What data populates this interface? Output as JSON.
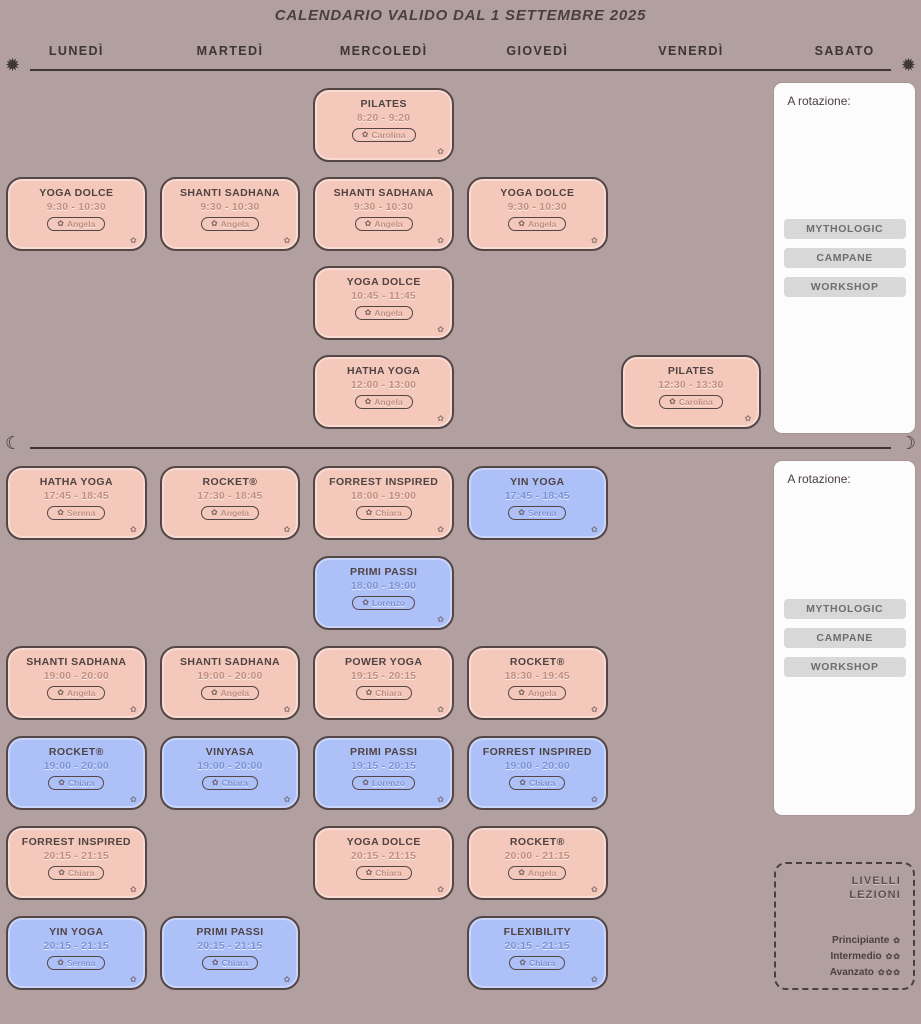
{
  "page_title": "CALENDARIO VALIDO DAL 1 SETTEMBRE 2025",
  "days": [
    "LUNEDÌ",
    "MARTEDÌ",
    "MERCOLEDÌ",
    "GIOVEDÌ",
    "VENERDÌ",
    "SABATO"
  ],
  "colors": {
    "background": "#b2a0a0",
    "card_pink": "#f4c8bb",
    "card_blue": "#adc0f8",
    "card_border": "#554646",
    "panel_white": "#fcfcfc",
    "pill_grey": "#d8d8d8",
    "text_dark": "#4b4040"
  },
  "icons": {
    "sun": "✹",
    "moon_left": "☾",
    "moon_right": "☽",
    "lotus": "✿"
  },
  "sections": [
    {
      "id": "morning",
      "cards": [
        {
          "col": 3,
          "row": 1,
          "title": "PILATES",
          "time": "8:20 - 9:20",
          "teacher": "Carolina",
          "color": "pink"
        },
        {
          "col": 1,
          "row": 2,
          "title": "YOGA DOLCE",
          "time": "9:30 - 10:30",
          "teacher": "Angela",
          "color": "pink"
        },
        {
          "col": 2,
          "row": 2,
          "title": "SHANTI SADHANA",
          "time": "9:30 - 10:30",
          "teacher": "Angela",
          "color": "pink"
        },
        {
          "col": 3,
          "row": 2,
          "title": "SHANTI SADHANA",
          "time": "9:30 - 10:30",
          "teacher": "Angela",
          "color": "pink"
        },
        {
          "col": 4,
          "row": 2,
          "title": "YOGA DOLCE",
          "time": "9:30 - 10:30",
          "teacher": "Angela",
          "color": "pink"
        },
        {
          "col": 3,
          "row": 3,
          "title": "YOGA DOLCE",
          "time": "10:45 - 11:45",
          "teacher": "Angela",
          "color": "pink"
        },
        {
          "col": 3,
          "row": 4,
          "title": "HATHA YOGA",
          "time": "12:00 - 13:00",
          "teacher": "Angela",
          "color": "pink"
        },
        {
          "col": 5,
          "row": 4,
          "title": "PILATES",
          "time": "12:30 - 13:30",
          "teacher": "Carolina",
          "color": "pink"
        }
      ]
    },
    {
      "id": "evening",
      "cards": [
        {
          "col": 1,
          "row": 1,
          "title": "HATHA YOGA",
          "time": "17:45 - 18:45",
          "teacher": "Serena",
          "color": "pink"
        },
        {
          "col": 2,
          "row": 1,
          "title": "ROCKET®",
          "time": "17:30 - 18:45",
          "teacher": "Angela",
          "color": "pink"
        },
        {
          "col": 3,
          "row": 1,
          "title": "FORREST INSPIRED",
          "time": "18:00 - 19:00",
          "teacher": "Chiara",
          "color": "pink"
        },
        {
          "col": 4,
          "row": 1,
          "title": "YIN YOGA",
          "time": "17:45 - 18:45",
          "teacher": "Serena",
          "color": "blue"
        },
        {
          "col": 3,
          "row": 2,
          "title": "PRIMI PASSI",
          "time": "18:00 - 19:00",
          "teacher": "Lorenzo",
          "color": "blue"
        },
        {
          "col": 1,
          "row": 3,
          "title": "SHANTI SADHANA",
          "time": "19:00 - 20:00",
          "teacher": "Angela",
          "color": "pink"
        },
        {
          "col": 2,
          "row": 3,
          "title": "SHANTI SADHANA",
          "time": "19:00 - 20:00",
          "teacher": "Angela",
          "color": "pink"
        },
        {
          "col": 3,
          "row": 3,
          "title": "POWER YOGA",
          "time": "19:15 - 20:15",
          "teacher": "Chiara",
          "color": "pink"
        },
        {
          "col": 4,
          "row": 3,
          "title": "ROCKET®",
          "time": "18:30 - 19:45",
          "teacher": "Angela",
          "color": "pink"
        },
        {
          "col": 1,
          "row": 4,
          "title": "ROCKET®",
          "time": "19:00 - 20:00",
          "teacher": "Chiara",
          "color": "blue"
        },
        {
          "col": 2,
          "row": 4,
          "title": "VINYASA",
          "time": "19:00 - 20:00",
          "teacher": "Chiara",
          "color": "blue"
        },
        {
          "col": 3,
          "row": 4,
          "title": "PRIMI PASSI",
          "time": "19:15 - 20:15",
          "teacher": "Lorenzo",
          "color": "blue"
        },
        {
          "col": 4,
          "row": 4,
          "title": "FORREST INSPIRED",
          "time": "19:00 - 20:00",
          "teacher": "Chiara",
          "color": "blue"
        },
        {
          "col": 1,
          "row": 5,
          "title": "FORREST INSPIRED",
          "time": "20:15 - 21:15",
          "teacher": "Chiara",
          "color": "pink"
        },
        {
          "col": 3,
          "row": 5,
          "title": "YOGA DOLCE",
          "time": "20:15 - 21:15",
          "teacher": "Chiara",
          "color": "pink"
        },
        {
          "col": 4,
          "row": 5,
          "title": "ROCKET®",
          "time": "20:00 - 21:15",
          "teacher": "Angela",
          "color": "pink"
        },
        {
          "col": 1,
          "row": 6,
          "title": "YIN YOGA",
          "time": "20:15 - 21:15",
          "teacher": "Serena",
          "color": "blue"
        },
        {
          "col": 2,
          "row": 6,
          "title": "PRIMI PASSI",
          "time": "20:15 - 21:15",
          "teacher": "Chiara",
          "color": "blue"
        },
        {
          "col": 4,
          "row": 6,
          "title": "FLEXIBILITY",
          "time": "20:15 - 21:15",
          "teacher": "Chiara",
          "color": "blue"
        }
      ]
    }
  ],
  "rotation_panel": {
    "label": "A rotazione:",
    "options": [
      "MYTHOLOGIC",
      "CAMPANE",
      "WORKSHOP"
    ]
  },
  "legend": {
    "title": "LIVELLI LEZIONI",
    "items": [
      {
        "label": "Principiante",
        "level": 1
      },
      {
        "label": "Intermedio",
        "level": 2
      },
      {
        "label": "Avanzato",
        "level": 3
      }
    ]
  }
}
